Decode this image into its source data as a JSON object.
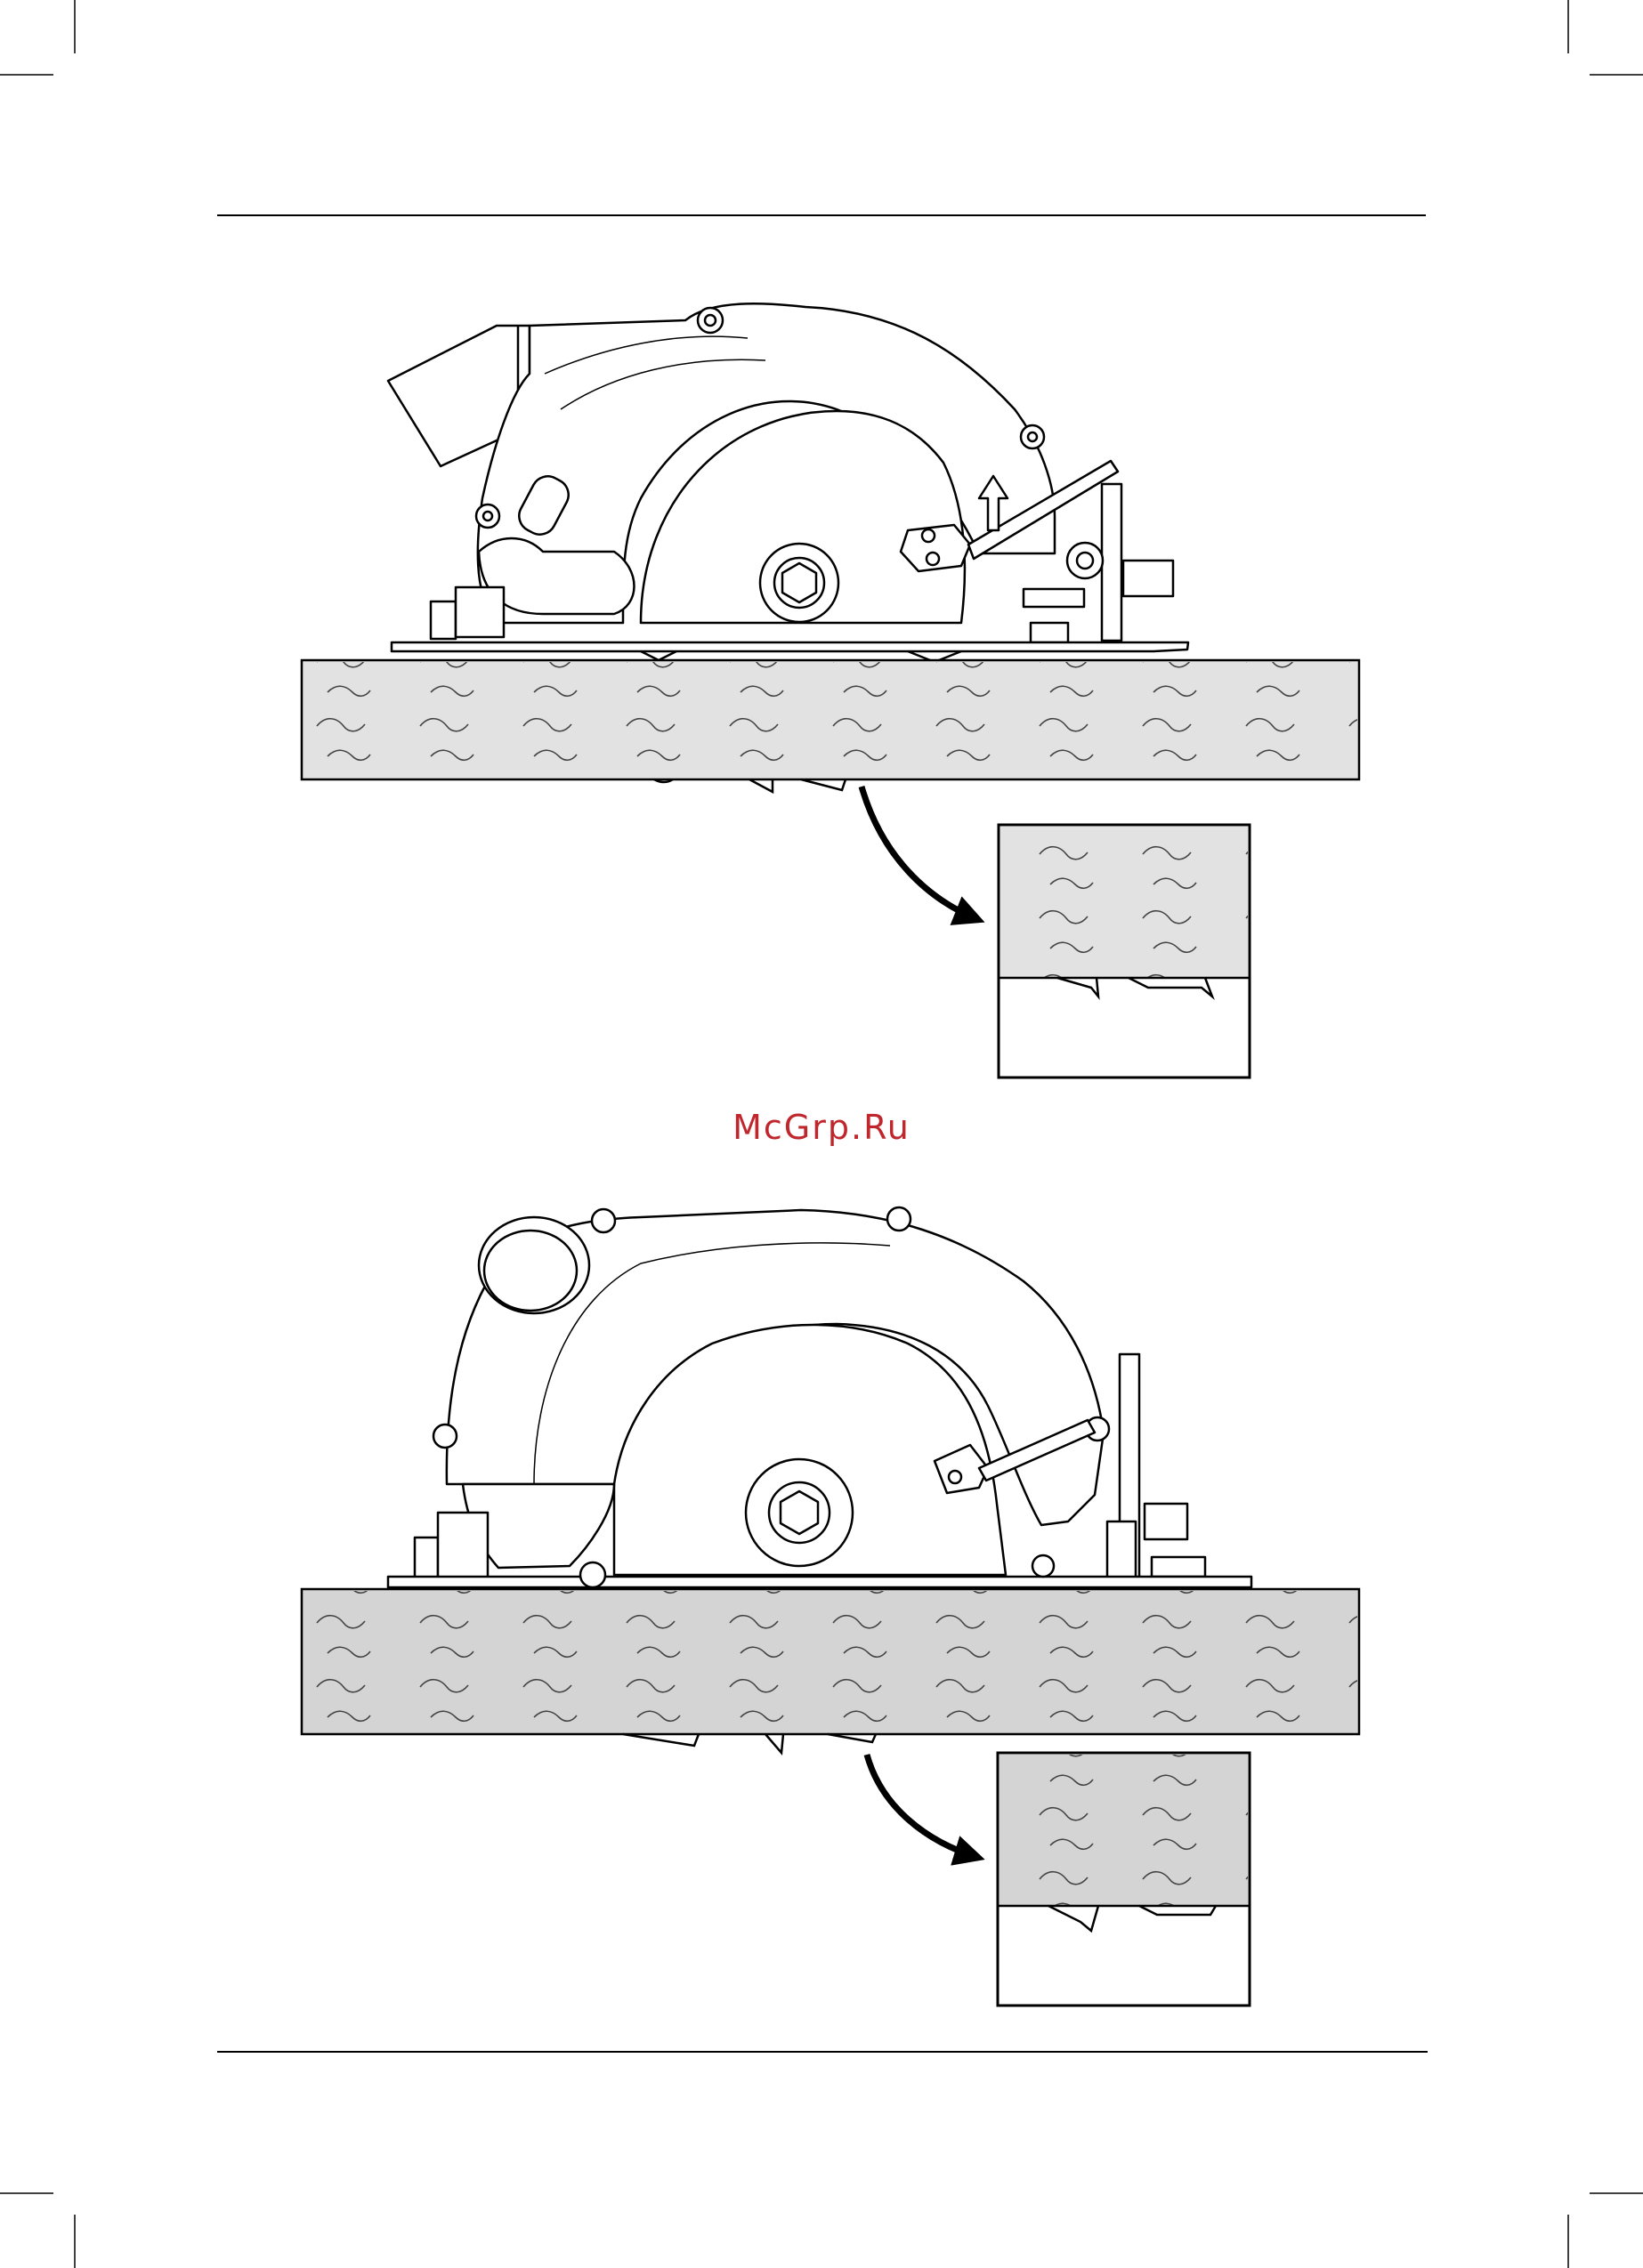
{
  "page": {
    "watermark": "McGrp.Ru",
    "watermark_color": "#c0272d"
  },
  "figures": [
    {
      "name": "figure-top-saw-depth",
      "wood_color": "#e2e2e2"
    },
    {
      "name": "figure-bottom-saw-depth",
      "wood_color": "#d4d4d4"
    }
  ],
  "icons": [
    "circular-saw-icon",
    "curved-arrow-icon",
    "blade-depth-detail-icon"
  ]
}
